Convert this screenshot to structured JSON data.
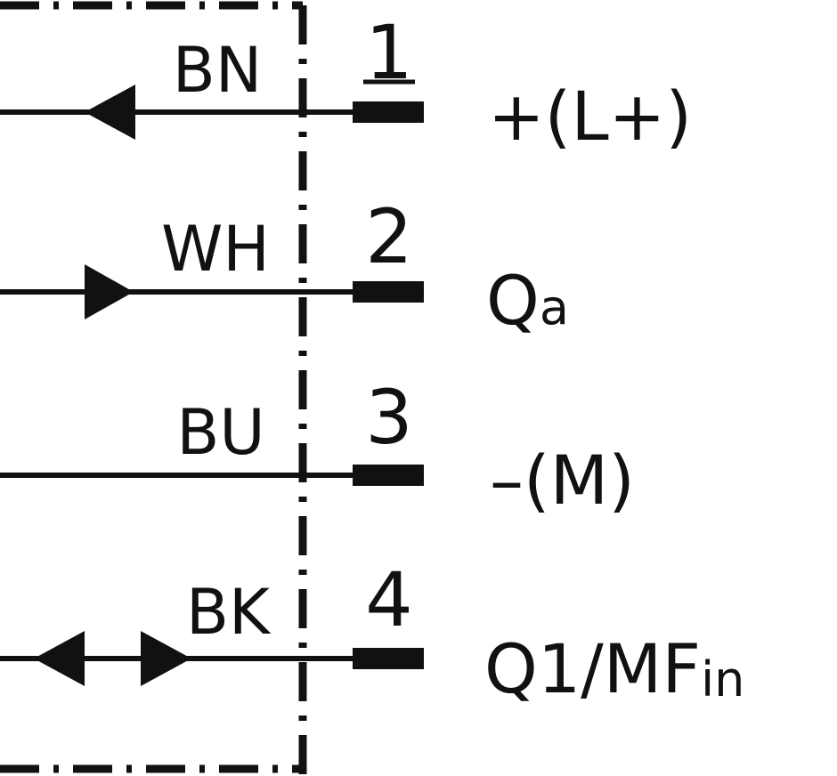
{
  "pins": [
    {
      "number": "1",
      "wire_color": "BN",
      "signal": "+(L+)",
      "signal_sub": "",
      "direction": "in"
    },
    {
      "number": "2",
      "wire_color": "WH",
      "signal": "Q",
      "signal_sub": "a",
      "direction": "out"
    },
    {
      "number": "3",
      "wire_color": "BU",
      "signal": "–(M)",
      "signal_sub": "",
      "direction": "none"
    },
    {
      "number": "4",
      "wire_color": "BK",
      "signal": "Q1/MF",
      "signal_sub": "in",
      "direction": "both"
    }
  ],
  "colors": {
    "line": "#111111",
    "background": "#ffffff"
  }
}
